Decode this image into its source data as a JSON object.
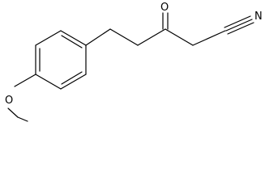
{
  "molecule": {
    "atoms": {
      "oxygen_carbonyl": "O",
      "nitrogen": "N",
      "oxygen_methoxy": "O"
    }
  }
}
